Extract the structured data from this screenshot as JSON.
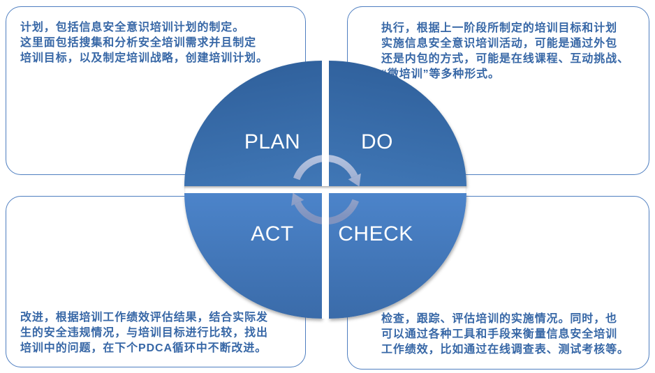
{
  "diagram": {
    "quadrants": {
      "plan": {
        "label": "PLAN"
      },
      "do": {
        "label": "DO"
      },
      "act": {
        "label": "ACT"
      },
      "check": {
        "label": "CHECK"
      }
    },
    "notes": {
      "plan": {
        "lines": [
          "计划，包括信息安全意识培训计划的制定。",
          "这里面包括搜集和分析安全培训需求并且制定",
          "培训目标，以及制定培训战略，创建培训计划。"
        ]
      },
      "do": {
        "lines": [
          "执行，根据上一阶段所制定的培训目标和计划",
          "实施信息安全意识培训活动，可能是通过外包",
          "还是内包的方式，可能是在线课程、互动挑战、",
          "“微培训”等多种形式。"
        ]
      },
      "act": {
        "lines": [
          "改进，根据培训工作绩效评估结果，结合实际发",
          "生的安全违规情况，与培训目标进行比较，找出",
          "培训中的问题，在下个PDCA循环中不断改进。"
        ]
      },
      "check": {
        "lines": [
          "检查，跟踪、评估培训的实施情况。同时，也",
          "可以通过各种工具和手段来衡量信息安全培训",
          "工作绩效，比如通过在线调查表、测试考核等。"
        ]
      }
    },
    "icons": {
      "center": "clockwise-cycle-arrows"
    }
  },
  "colors": {
    "page_bg": "#FFFFFF",
    "box_border": "#4E7EC0",
    "box_text": "#3767A6",
    "quad_top_dark": "#2E5E99",
    "quad_top_light": "#4077B6",
    "quad_bottom_light": "#4C84CA",
    "quad_bottom_dark": "#3A6BA9",
    "label_color": "#FFFFFF",
    "arrow_light": "#B5C4E0",
    "arrow_dark": "#8093BF"
  }
}
